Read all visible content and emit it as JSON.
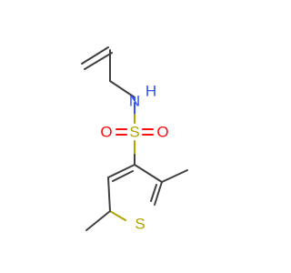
{
  "molecule": {
    "atoms": {
      "n_amide": {
        "label": "N",
        "color": "#3050f8"
      },
      "h_amide": {
        "label": "H",
        "color": "#3050f8"
      },
      "s_sulfonyl": {
        "label": "S",
        "color": "#b2a200"
      },
      "o_left": {
        "label": "O",
        "color": "#ff0d0d"
      },
      "o_right": {
        "label": "O",
        "color": "#ff0d0d"
      },
      "s_ring": {
        "label": "S",
        "color": "#b2a200"
      }
    }
  }
}
